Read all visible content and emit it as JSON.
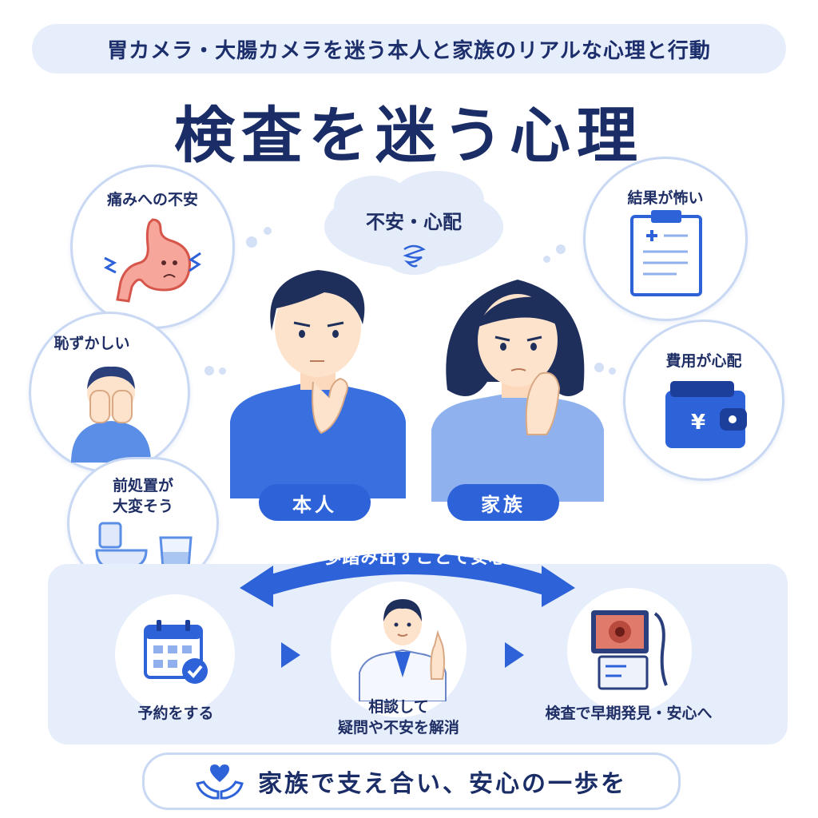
{
  "header": {
    "subtitle": "胃カメラ・大腸カメラを迷う本人と家族のリアルな心理と行動",
    "title": "検査を迷う心理"
  },
  "worries": {
    "pain": "痛みへの不安",
    "embarrassed": "恥ずかしい",
    "prep_line1": "前処置が",
    "prep_line2": "大変そう",
    "result": "結果が怖い",
    "cost": "費用が心配",
    "center": "不安・心配"
  },
  "people": {
    "self_label": "本人",
    "family_label": "家族"
  },
  "steps": {
    "arrow_text": "一歩踏み出すことで安心へ",
    "reserve": "予約をする",
    "consult_line1": "相談して",
    "consult_line2": "疑問や不安を解消",
    "exam": "検査で早期発見・安心へ"
  },
  "footer": {
    "text": "家族で支え合い、安心の一歩を"
  },
  "colors": {
    "primary": "#2d62d9",
    "navy": "#1a2d66",
    "light_bg": "#e7eefb",
    "circle_border": "#c9d8f3"
  },
  "icons": [
    "stomach-icon",
    "covering-face-icon",
    "toilet-icon",
    "water-glass-icon",
    "clipboard-icon",
    "wallet-icon",
    "swirl-icon",
    "calendar-icon",
    "doctor-icon",
    "endoscope-monitor-icon",
    "heart-hands-icon"
  ]
}
